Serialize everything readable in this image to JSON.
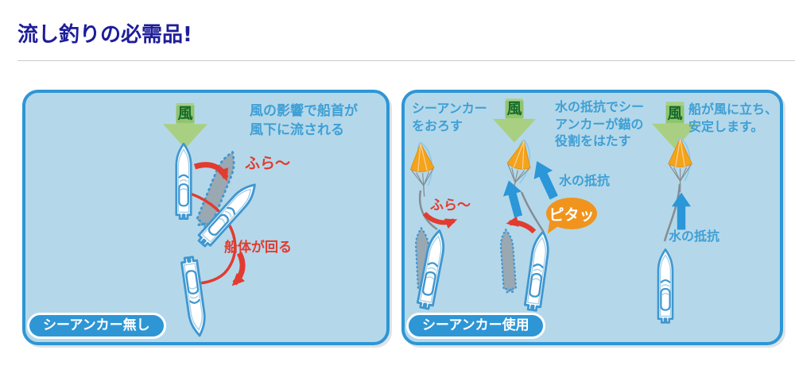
{
  "page": {
    "title": "流し釣りの必需品!"
  },
  "wind_label": "風",
  "left_panel": {
    "badge": "シーアンカー無し",
    "caption": "風の影響で船首が\n風下に流される",
    "wobble": "ふら〜",
    "rotate": "船体が回る"
  },
  "right_panel": {
    "badge": "シーアンカー使用",
    "caption_drop": "シーアンカー\nをおろす",
    "caption_anchor": "水の抵抗でシー\nアンカーが錨の\n役割をはたす",
    "caption_stable": "船が風に立ち、\n安定します。",
    "wobble": "ふら〜",
    "snap": "ピタッ",
    "water_resistance": "水の抵抗"
  },
  "colors": {
    "title": "#1d1d99",
    "panel_bg": "#b4d8ea",
    "panel_border": "#2e96d5",
    "caption_blue": "#3f9fd5",
    "annotation_red": "#e23b30",
    "wind_arrow_green": "#a9cf82",
    "wind_char_green": "#136a2b",
    "anchor_orange": "#f4a31d",
    "bubble_orange": "#f0941e",
    "water_arrow_blue": "#2b96d8",
    "ghost_gray": "#9aa8b2",
    "boat_outline_blue": "#3f97d1"
  }
}
